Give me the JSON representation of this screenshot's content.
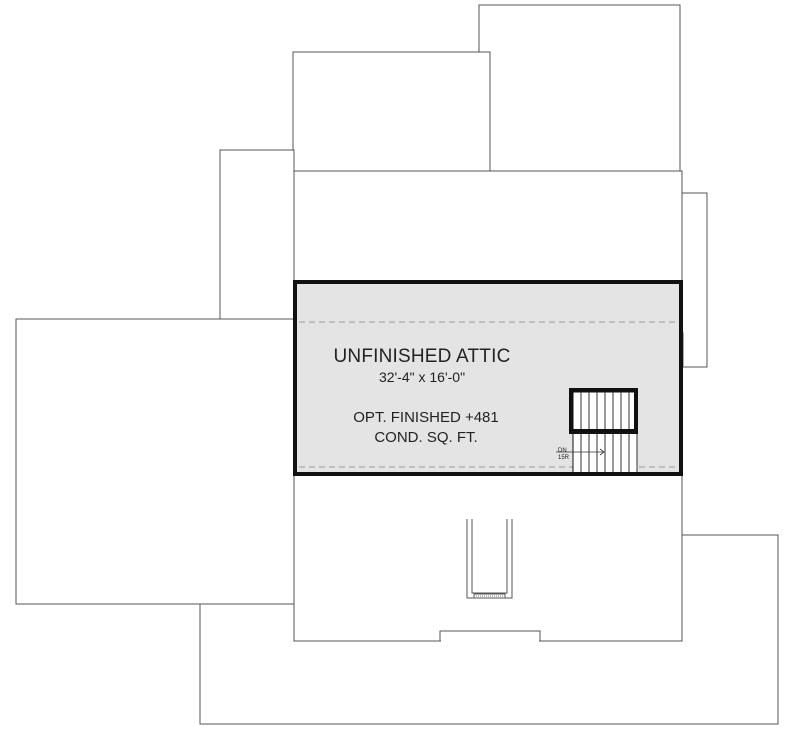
{
  "floor_plan": {
    "room": {
      "name": "UNFINISHED ATTIC",
      "dimensions": "32'-4\" x 16'-0\"",
      "option_line1": "OPT. FINISHED +481",
      "option_line2": "COND. SQ. FT."
    },
    "stair": {
      "direction": "DN",
      "risers": "15R"
    },
    "colors": {
      "attic_fill": "#e4e4e4",
      "attic_wall": "#111111",
      "roof_lines": "#555555"
    }
  }
}
